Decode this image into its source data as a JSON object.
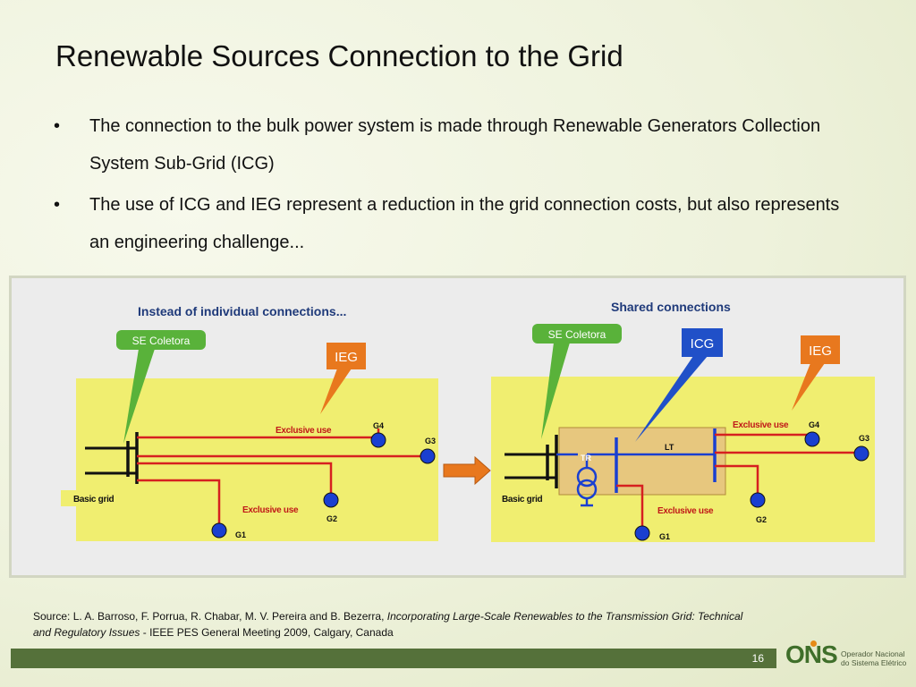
{
  "title": "Renewable Sources Connection to the Grid",
  "bullet_symbol": "•",
  "bullets": [
    "The connection to the bulk power system is made through Renewable Generators Collection System Sub-Grid (ICG)",
    "The use of ICG and IEG represent a reduction in the grid connection costs, but also represents an engineering challenge..."
  ],
  "diagram": {
    "left": {
      "heading": "Instead of individual connections...",
      "se_coletora": "SE Coletora",
      "ieg": "IEG",
      "exclusive_use_top": "Exclusive use",
      "exclusive_use_bottom": "Exclusive use",
      "basic_grid": "Basic grid",
      "g1": "G1",
      "g2": "G2",
      "g3": "G3",
      "g4": "G4"
    },
    "right": {
      "heading": "Shared connections",
      "se_coletora": "SE Coletora",
      "icg": "ICG",
      "ieg": "IEG",
      "exclusive_use_top": "Exclusive use",
      "exclusive_use_bottom": "Exclusive use",
      "basic_grid": "Basic grid",
      "lt": "LT",
      "tr": "TR",
      "g1": "G1",
      "g2": "G2",
      "g3": "G3",
      "g4": "G4"
    },
    "colors": {
      "heading": "#1f3a7a",
      "panel": "#f0ee70",
      "callout_green": "#59b23a",
      "callout_orange": "#e8781e",
      "callout_blue": "#2050c8",
      "line_red": "#d62020",
      "line_blue": "#1a3fd0",
      "bus_black": "#111111",
      "generator": "#1a3fd0",
      "icg_box": "#e7c77e"
    }
  },
  "source": {
    "prefix": "Source: L. A. Barroso, F. Porrua, R. Chabar, M. V. Pereira and B. Bezerra, ",
    "title": "Incorporating Large-Scale Renewables to the Transmission Grid: Technical and Regulatory Issues",
    "suffix": " -  IEEE PES General Meeting 2009, Calgary, Canada"
  },
  "page_number": "16",
  "logo": {
    "mark": "ONS",
    "line1": "Operador Nacional",
    "line2": "do Sistema Elétrico"
  }
}
